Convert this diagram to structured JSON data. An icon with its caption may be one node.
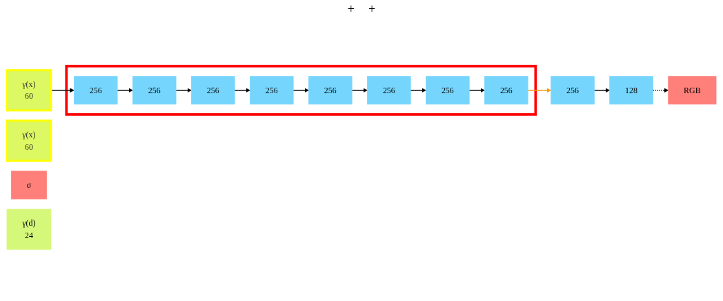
{
  "diagram": {
    "nodes": [
      {
        "text": [],
        "shape": "box"
      },
      {
        "text": [
          "256"
        ],
        "in": 0
      },
      {
        "text": [
          "256"
        ],
        "in": 0
      },
      {
        "text": [
          "256"
        ],
        "in": 0
      },
      {
        "text": [
          "256"
        ],
        "in": 0
      },
      {
        "text": [
          "256"
        ],
        "in": 0
      },
      {
        "text": [
          "256"
        ],
        "in": 0
      },
      {
        "text": [
          "256"
        ],
        "in": 0
      },
      {
        "text": [
          "256"
        ],
        "in": 0
      },
      {
        "text": [
          "γ(x)",
          "60"
        ]
      },
      {
        "text": [
          "γ(x)",
          "60"
        ]
      },
      {
        "text": [
          "σ"
        ]
      },
      {
        "text": [
          "256"
        ]
      },
      {
        "text": [
          "γ(d)",
          "24"
        ]
      },
      {
        "text": [
          "128"
        ]
      },
      {
        "text": [
          "RGB"
        ]
      }
    ],
    "edges": [
      {
        "from": 9,
        "to": 1,
        "arrow": "to"
      },
      {
        "from": 1,
        "to": 2,
        "arrow": "to"
      },
      {
        "from": 2,
        "to": 3,
        "arrow": "to"
      },
      {
        "from": 3,
        "to": 4,
        "arrow": "to"
      },
      {
        "from": 4,
        "to": 5,
        "arrow": "to"
      },
      {
        "from": 5,
        "to": 6,
        "arrow": "to"
      },
      {
        "from": 6,
        "to": 7,
        "arrow": "to"
      },
      {
        "from": 7,
        "to": 8,
        "arrow": "to"
      },
      {
        "from": 8,
        "to": 12,
        "arrow": "to",
        "color": "#ff9900"
      },
      {
        "from": 12,
        "to": 14,
        "arrow": "to"
      },
      {
        "from": 14,
        "to": 15,
        "arrow": "to",
        "style": "dashed"
      }
    ],
    "labels": [
      "+",
      "+"
    ]
  }
}
